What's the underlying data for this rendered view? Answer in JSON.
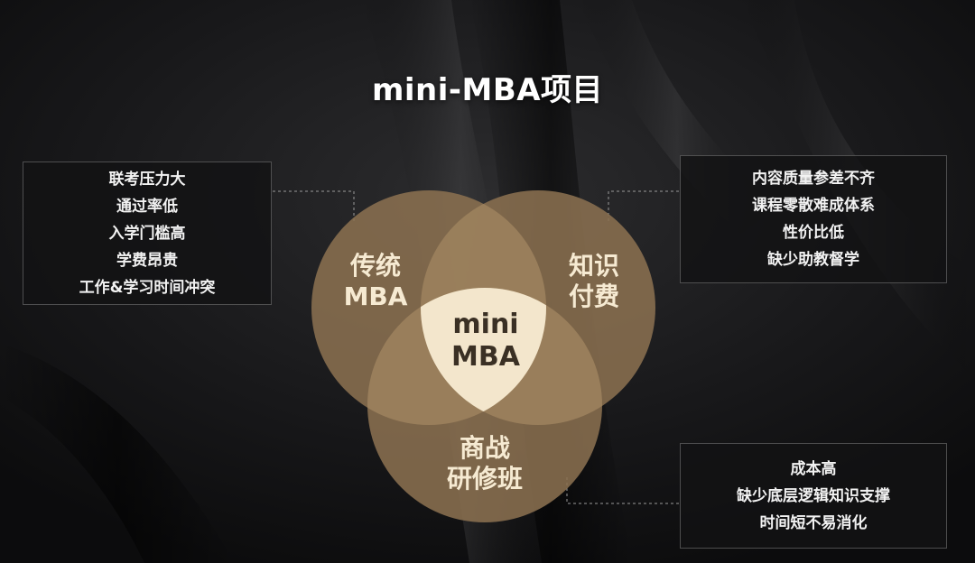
{
  "title": "mini-MBA项目",
  "colors": {
    "background": "#121212",
    "circle_fill": "#8a7050",
    "center_fill": "#f3e6cc",
    "label_light": "#f6ead2",
    "label_dark": "#3a3024",
    "box_border": "#8f8f8f"
  },
  "venn": {
    "traditional": {
      "line1": "传统",
      "line2": "MBA"
    },
    "knowledge": {
      "line1": "知识",
      "line2": "付费"
    },
    "business": {
      "line1": "商战",
      "line2": "研修班"
    },
    "center": {
      "line1": "mini",
      "line2": "MBA"
    }
  },
  "boxes": {
    "left": [
      "联考压力大",
      "通过率低",
      "入学门槛高",
      "学费昂贵",
      "工作&学习时间冲突"
    ],
    "right": [
      "内容质量参差不齐",
      "课程零散难成体系",
      "性价比低",
      "缺少助教督学"
    ],
    "bottom": [
      "成本高",
      "缺少底层逻辑知识支撑",
      "时间短不易消化"
    ]
  }
}
